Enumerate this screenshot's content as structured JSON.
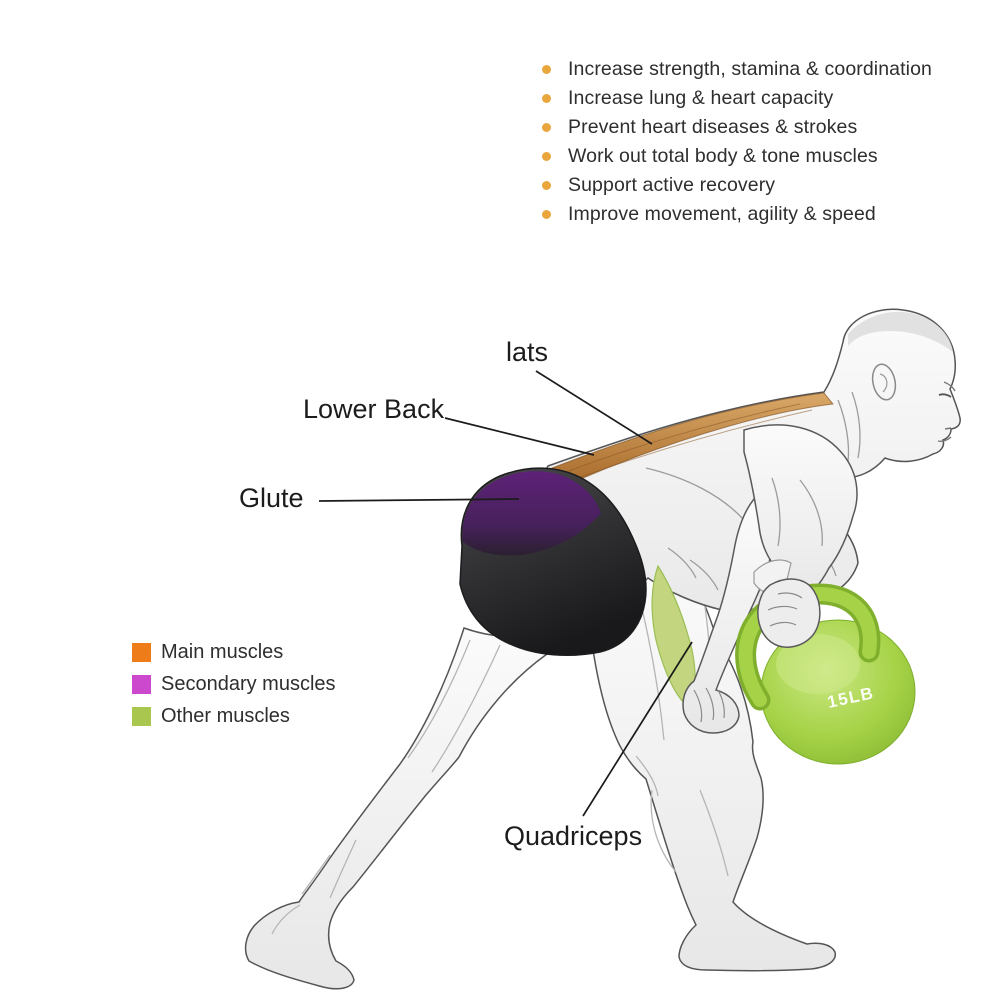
{
  "benefits": {
    "bullet_color": "#E9A63C",
    "items": [
      "Increase strength, stamina & coordination",
      "Increase lung & heart capacity",
      "Prevent heart diseases & strokes",
      "Work out total body & tone muscles",
      "Support active recovery",
      "Improve movement, agility & speed"
    ]
  },
  "muscle_labels": {
    "lats": "lats",
    "lower_back": "Lower Back",
    "glute": "Glute",
    "quadriceps": "Quadriceps"
  },
  "legend": {
    "items": [
      {
        "label": "Main muscles",
        "color": "#EE7D19"
      },
      {
        "label": "Secondary muscles",
        "color": "#CC49CE"
      },
      {
        "label": "Other muscles",
        "color": "#A9C64F"
      }
    ]
  },
  "kettlebell": {
    "weight_label": "15LB",
    "color": "#A5D246"
  },
  "highlights": {
    "main_color": "#D9A868",
    "secondary_color": "#5E2178",
    "other_color": "#C3D57F"
  }
}
